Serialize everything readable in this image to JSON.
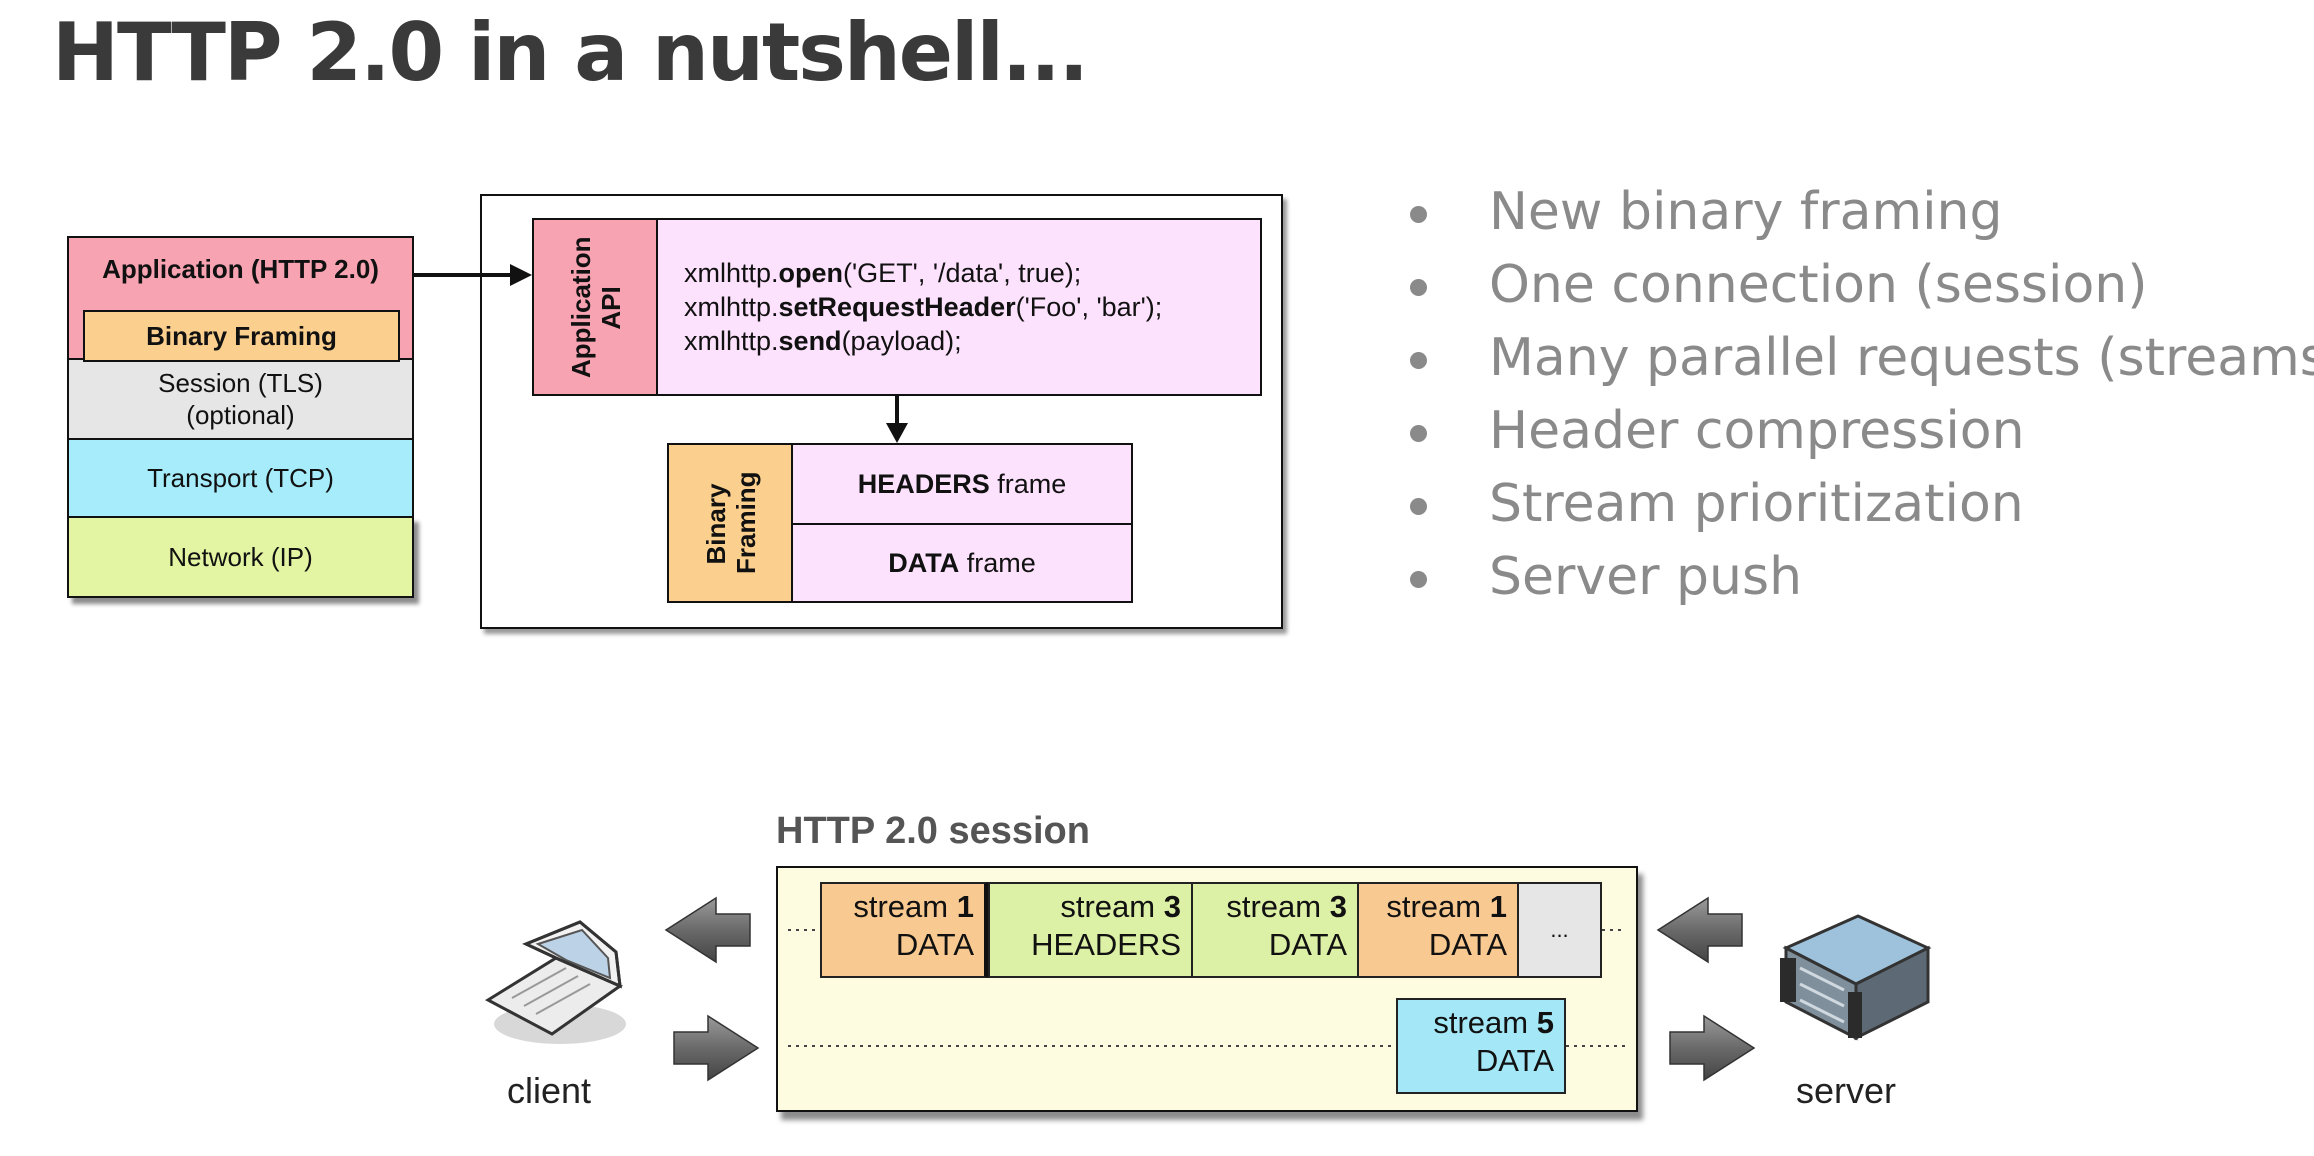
{
  "title": "HTTP 2.0 in a nutshell...",
  "bullets": [
    "New binary framing",
    "One connection (session)",
    "Many parallel requests (streams)",
    "Header compression",
    "Stream prioritization",
    "Server push"
  ],
  "stack": {
    "application": "Application (HTTP 2.0)",
    "binary_framing": "Binary Framing",
    "session": "Session (TLS)",
    "session_note": "(optional)",
    "transport": "Transport (TCP)",
    "network": "Network (IP)"
  },
  "api": {
    "label": "Application API",
    "code": [
      {
        "pre": "xmlhttp.",
        "bold": "open",
        "post": "('GET', '/data', true);"
      },
      {
        "pre": "xmlhttp.",
        "bold": "setRequestHeader",
        "post": "('Foo', 'bar');"
      },
      {
        "pre": "xmlhttp.",
        "bold": "send",
        "post": "(payload);"
      }
    ]
  },
  "framing": {
    "label": "Binary Framing",
    "headers_bold": "HEADERS",
    "data_bold": "DATA",
    "frame_word": "frame"
  },
  "session": {
    "title": "HTTP 2.0 session",
    "client_label": "client",
    "server_label": "server",
    "ellipsis": "...",
    "frames": [
      {
        "stream_word": "stream",
        "num": "1",
        "type": "DATA",
        "color": "#f8ca92"
      },
      {
        "stream_word": "stream",
        "num": "3",
        "type": "HEADERS",
        "color": "#dcf0a6"
      },
      {
        "stream_word": "stream",
        "num": "3",
        "type": "DATA",
        "color": "#dcf0a6"
      },
      {
        "stream_word": "stream",
        "num": "1",
        "type": "DATA",
        "color": "#f8ca92"
      },
      {
        "stream_word": "stream",
        "num": "5",
        "type": "DATA",
        "color": "#a4e8f8"
      }
    ]
  },
  "colors": {
    "application": "#f7a3b2",
    "binary_framing": "#fbd08e",
    "session": "#e6e6e6",
    "transport": "#a6ecfa",
    "network": "#e3f5a3",
    "api_body": "#fde2fd",
    "session_bg": "#fdfbe0"
  }
}
